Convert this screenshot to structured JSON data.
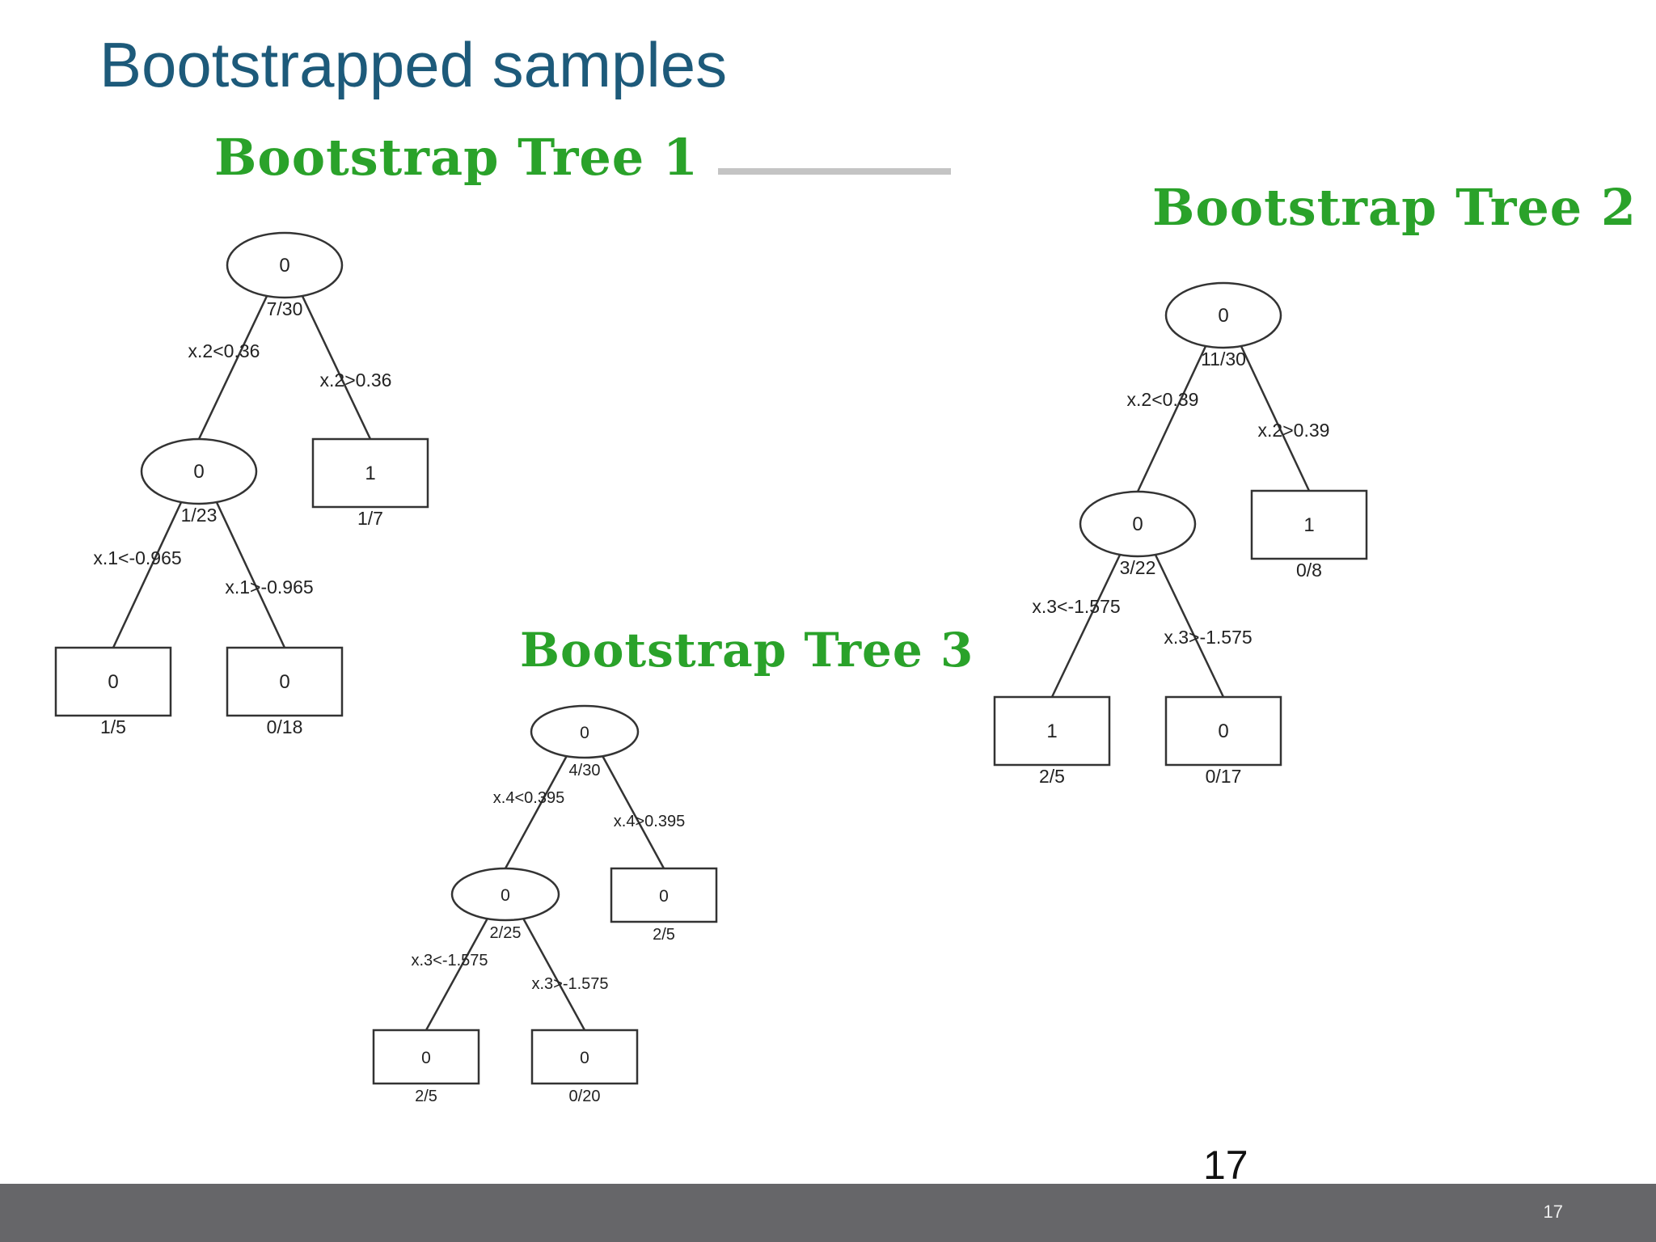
{
  "slide": {
    "title": "Bootstrapped samples",
    "page_number": "17",
    "footer_page_number": "17"
  },
  "colors": {
    "title": "#1d5a7a",
    "heading": "#2aa22a",
    "footer": "#666669"
  },
  "trees": [
    {
      "heading": "Bootstrap Tree 1",
      "root": {
        "class": "0",
        "ratio": "7/30",
        "left": {
          "condition": "x.2<0.36",
          "node": {
            "class": "0",
            "ratio": "1/23",
            "left": {
              "condition": "x.1<-0.965",
              "node": {
                "class": "0",
                "ratio": "1/5"
              }
            },
            "right": {
              "condition": "x.1>-0.965",
              "node": {
                "class": "0",
                "ratio": "0/18"
              }
            }
          }
        },
        "right": {
          "condition": "x.2>0.36",
          "node": {
            "class": "1",
            "ratio": "1/7"
          }
        }
      }
    },
    {
      "heading": "Bootstrap Tree 2",
      "root": {
        "class": "0",
        "ratio": "11/30",
        "left": {
          "condition": "x.2<0.39",
          "node": {
            "class": "0",
            "ratio": "3/22",
            "left": {
              "condition": "x.3<-1.575",
              "node": {
                "class": "1",
                "ratio": "2/5"
              }
            },
            "right": {
              "condition": "x.3>-1.575",
              "node": {
                "class": "0",
                "ratio": "0/17"
              }
            }
          }
        },
        "right": {
          "condition": "x.2>0.39",
          "node": {
            "class": "1",
            "ratio": "0/8"
          }
        }
      }
    },
    {
      "heading": "Bootstrap Tree 3",
      "root": {
        "class": "0",
        "ratio": "4/30",
        "left": {
          "condition": "x.4<0.395",
          "node": {
            "class": "0",
            "ratio": "2/25",
            "left": {
              "condition": "x.3<-1.575",
              "node": {
                "class": "0",
                "ratio": "2/5"
              }
            },
            "right": {
              "condition": "x.3>-1.575",
              "node": {
                "class": "0",
                "ratio": "0/20"
              }
            }
          }
        },
        "right": {
          "condition": "x.4>0.395",
          "node": {
            "class": "0",
            "ratio": "2/5"
          }
        }
      }
    }
  ]
}
